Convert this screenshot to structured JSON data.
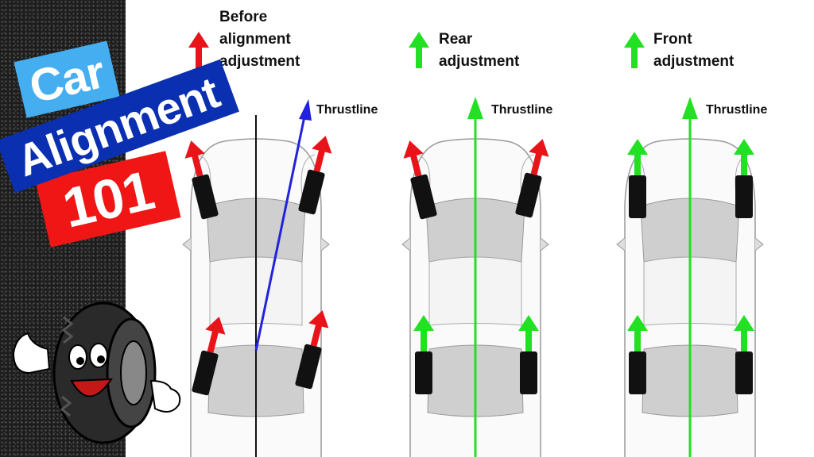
{
  "title": {
    "line1": "Car",
    "line2": "Alignment",
    "line3": "101"
  },
  "diagrams": [
    {
      "legend": [
        "Before",
        "alignment",
        "adjustment"
      ],
      "arrow_color": "#e8141a",
      "thrust_label": "Thrustline",
      "thrust_color": "#2222dd"
    },
    {
      "legend": [
        "Rear",
        "adjustment"
      ],
      "arrow_color": "#22e022",
      "thrust_label": "Thrustline",
      "thrust_color": "#22e022"
    },
    {
      "legend": [
        "Front",
        "adjustment"
      ],
      "arrow_color": "#22e022",
      "thrust_label": "Thrustline",
      "thrust_color": "#22e022"
    }
  ],
  "colors": {
    "banner_car": "#45aef0",
    "banner_alignment": "#0a2fb0",
    "banner_101": "#f01616",
    "red_arrow": "#e8141a",
    "green_arrow": "#22e022",
    "blue_thrust": "#2222dd"
  }
}
